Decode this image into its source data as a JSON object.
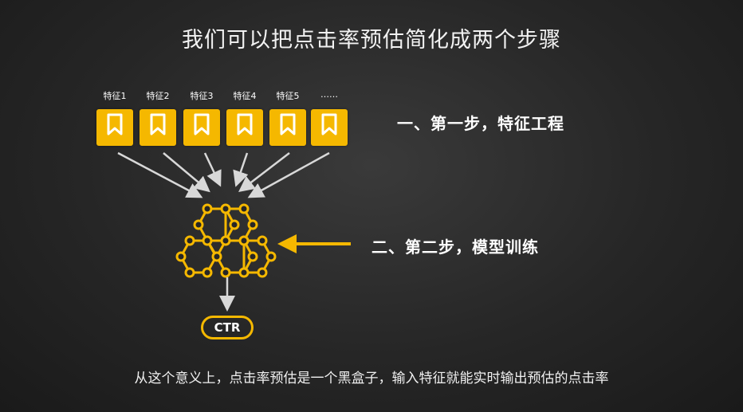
{
  "title": "我们可以把点击率预估简化成两个步骤",
  "features": [
    {
      "label": "特征1"
    },
    {
      "label": "特征2"
    },
    {
      "label": "特征3"
    },
    {
      "label": "特征4"
    },
    {
      "label": "特征5"
    },
    {
      "label": "……"
    }
  ],
  "steps": {
    "step1": "一、第一步，特征工程",
    "step2": "二、第二步，模型训练"
  },
  "output_label": "CTR",
  "caption": "从这个意义上，点击率预估是一个黑盒子，输入特征就能实时输出预估的点击率",
  "colors": {
    "accent": "#f5b800",
    "arrow": "#d8d8d8",
    "background": "#262626"
  },
  "icons": {
    "feature_box": "bookmark-icon",
    "model": "honeycomb-network-icon"
  }
}
